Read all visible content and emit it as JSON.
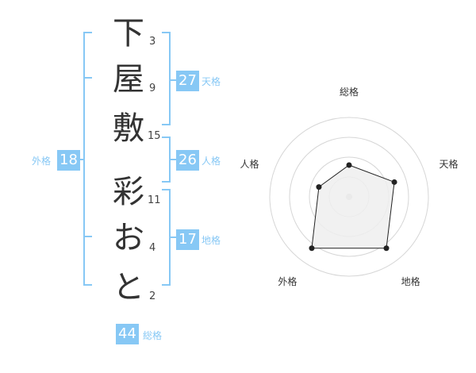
{
  "name": {
    "surname": [
      {
        "char": "下",
        "strokes": "3"
      },
      {
        "char": "屋",
        "strokes": "9"
      },
      {
        "char": "敷",
        "strokes": "15"
      }
    ],
    "given": [
      {
        "char": "彩",
        "strokes": "11"
      },
      {
        "char": "お",
        "strokes": "4"
      },
      {
        "char": "と",
        "strokes": "2"
      }
    ]
  },
  "fortunes": {
    "tenkaku": {
      "label": "天格",
      "value": "27"
    },
    "jinkaku": {
      "label": "人格",
      "value": "26"
    },
    "chikaku": {
      "label": "地格",
      "value": "17"
    },
    "gaikaku": {
      "label": "外格",
      "value": "18"
    },
    "soukaku": {
      "label": "総格",
      "value": "44"
    }
  },
  "colors": {
    "accent": "#87c8f5",
    "text": "#333333"
  },
  "chart_data": {
    "type": "radar",
    "axes": [
      "総格",
      "天格",
      "地格",
      "外格",
      "人格"
    ],
    "scale_rings": 4,
    "values": [
      2,
      3,
      4,
      4,
      2
    ],
    "max": 5
  }
}
